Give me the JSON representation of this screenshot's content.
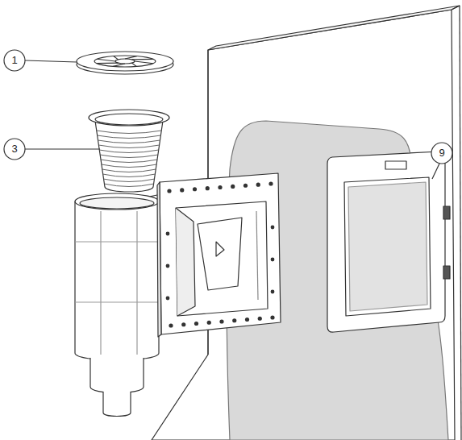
{
  "diagram": {
    "labels": [
      "1",
      "3",
      "9"
    ]
  }
}
